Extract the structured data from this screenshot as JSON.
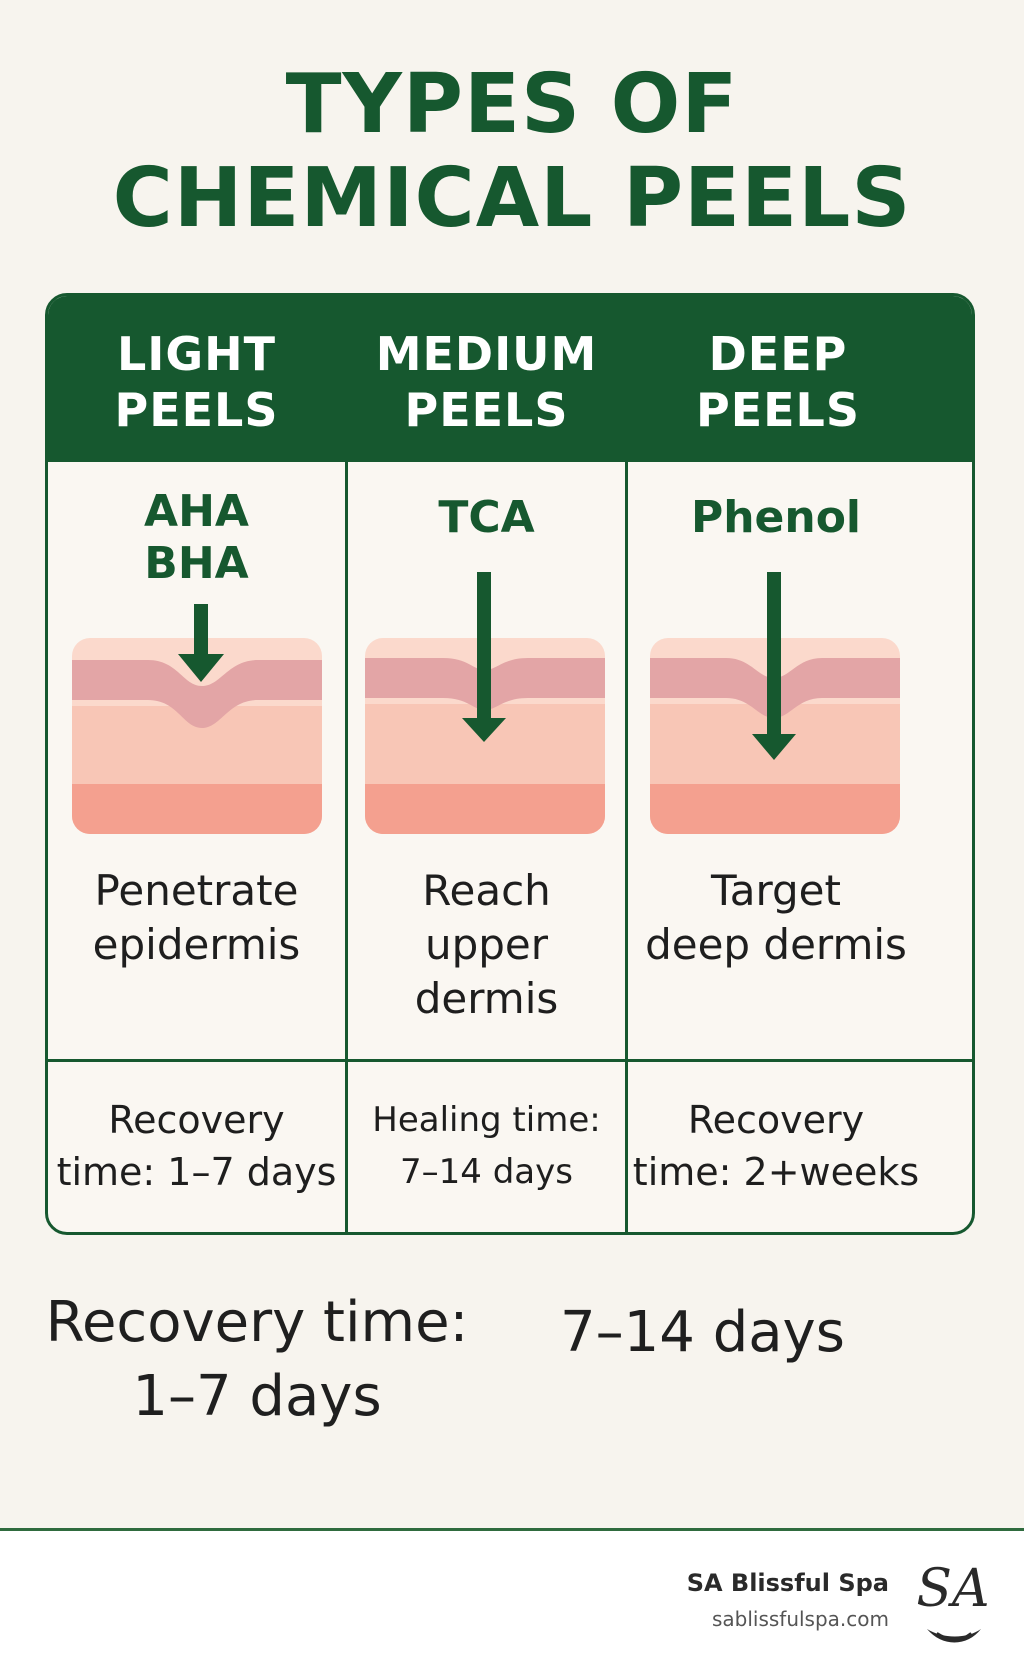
{
  "title": {
    "line1": "TYPES OF",
    "line2": "CHEMICAL PEELS"
  },
  "columns": [
    {
      "header": [
        "LIGHT",
        "PEELS"
      ],
      "acid": [
        "AHA",
        "BHA"
      ],
      "description": [
        "Penetrate",
        "epidermis"
      ],
      "recovery": [
        "Recovery",
        "time: 1–7 days"
      ]
    },
    {
      "header": [
        "MEDIUM",
        "PEELS"
      ],
      "acid": [
        "TCA"
      ],
      "description": [
        "Reach",
        "upper dermis"
      ],
      "recovery": [
        "Healing time:",
        "7–14 days"
      ]
    },
    {
      "header": [
        "DEEP",
        "PEELS"
      ],
      "acid": [
        "Phenol"
      ],
      "description": [
        "Target",
        "deep dermis"
      ],
      "recovery": [
        "Recovery",
        "time: 2+weeks"
      ]
    }
  ],
  "bottom": {
    "left": [
      "Recovery time:",
      "1–7 days"
    ],
    "right": "7–14 days"
  },
  "footer": {
    "brand": "SA Blissful Spa",
    "url": "sablissfulspa.com",
    "logo": "SA"
  },
  "colors": {
    "brand_green": "#16582f",
    "background": "#f7f4ee",
    "skin_top": "#fbd9cc",
    "skin_band": "#e3a5a6",
    "skin_mid": "#f8c6b6",
    "skin_base": "#f4a08f"
  }
}
